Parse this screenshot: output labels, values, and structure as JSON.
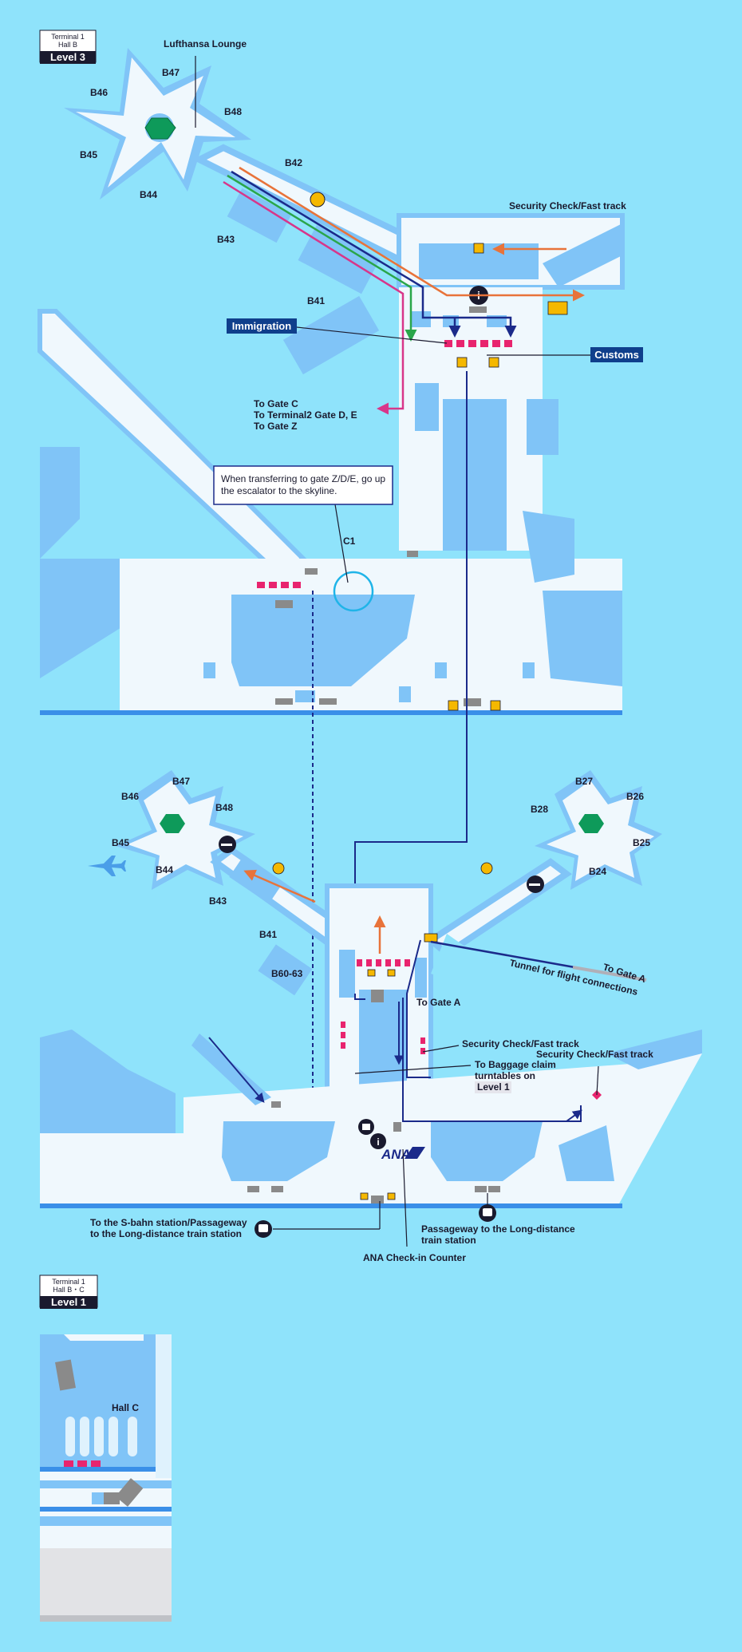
{
  "badges": {
    "top": {
      "line1": "Terminal 1",
      "line2": "Hall B",
      "level": "Level 3"
    },
    "bottom": {
      "line1": "Terminal 1",
      "line2": "Hall B・C",
      "level": "Level 1"
    }
  },
  "level3": {
    "lounge": "Lufthansa Lounge",
    "gates": {
      "b47": "B47",
      "b46": "B46",
      "b48": "B48",
      "b45": "B45",
      "b44": "B44",
      "b42": "B42",
      "b43": "B43",
      "b41": "B41",
      "c1": "C1"
    },
    "security": "Security Check/Fast track",
    "immigration": "Immigration",
    "customs": "Customs",
    "to_gates": {
      "line1": "To Gate C",
      "line2": "To Terminal2 Gate D, E",
      "line3": "To Gate Z"
    },
    "transfer_note": {
      "line1": "When transferring to gate Z/D/E, go up",
      "line2": "the escalator to the skyline."
    }
  },
  "level1": {
    "gates": {
      "b47": "B47",
      "b46": "B46",
      "b48": "B48",
      "b45": "B45",
      "b44": "B44",
      "b43": "B43",
      "b41": "B41",
      "b6063": "B60-63",
      "b27": "B27",
      "b28": "B28",
      "b26": "B26",
      "b25": "B25",
      "b24": "B24"
    },
    "to_gate_a_tunnel": "To Gate A",
    "tunnel": "Tunnel for flight connections",
    "to_gate_a": "To Gate A",
    "security1": "Security Check/Fast track",
    "security2": "Security Check/Fast track",
    "baggage": {
      "line1": "To Baggage claim",
      "line2": "turntables on",
      "level": "Level 1"
    },
    "sbahn": {
      "line1": "To the S-bahn station/Passageway",
      "line2": "to the Long-distance train station"
    },
    "passageway": {
      "line1": "Passageway to the Long-distance",
      "line2": "train station"
    },
    "ana_counter": "ANA Check-in Counter",
    "ana_logo": "ANA"
  },
  "hallc": {
    "label": "Hall C"
  },
  "colors": {
    "background": "#8fe3fb",
    "building": "#80c4f7",
    "building_dark": "#3a8fe8",
    "floor": "#f0f8fd",
    "route_navy": "#1b2a8a",
    "route_orange": "#e8733a",
    "route_green": "#2aa64a",
    "route_magenta": "#d8368a",
    "lounge_green": "#0e9a5a",
    "gate_pink": "#e8246e",
    "security_yellow": "#f5b800"
  },
  "icons": [
    "info-icon",
    "smoking-icon",
    "train-icon",
    "airplane-icon",
    "escalator-icon",
    "security-check-icon",
    "lounge-icon",
    "baggage-icon"
  ]
}
